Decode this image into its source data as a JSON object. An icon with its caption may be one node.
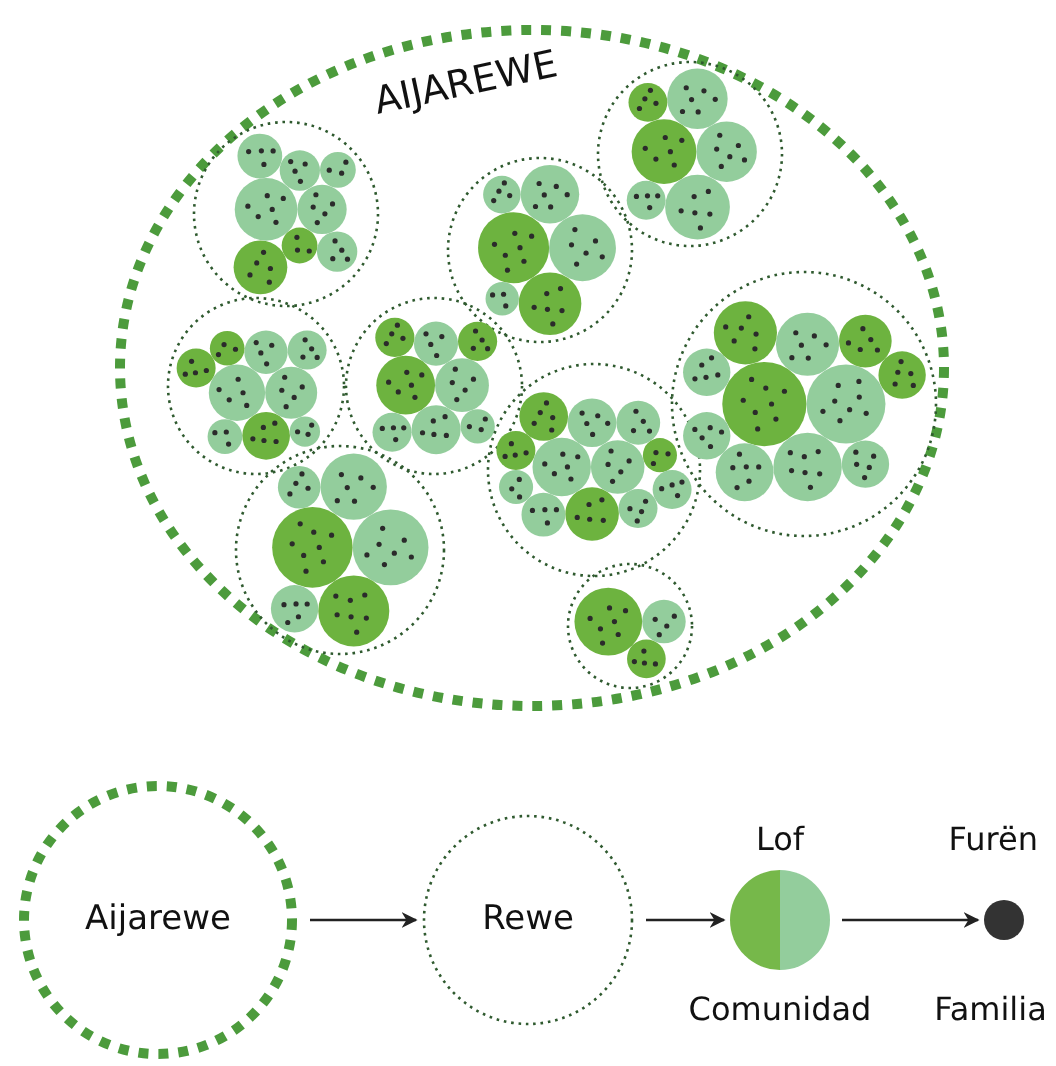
{
  "diagram": {
    "nodes": [
      {
        "text": [
          "AIJAREWE"
        ]
      },
      {
        "text": [],
        "shape": "circle",
        "in": 0
      },
      {
        "text": [],
        "shape": "circle",
        "in": 0
      },
      {
        "text": [],
        "shape": "circle",
        "in": 0
      },
      {
        "text": [],
        "shape": "circle",
        "in": 0
      },
      {
        "text": [],
        "shape": "circle",
        "in": 0
      },
      {
        "text": [],
        "shape": "circle",
        "in": 0
      },
      {
        "text": [],
        "shape": "circle",
        "in": 0
      },
      {
        "text": [],
        "shape": "circle",
        "in": 0
      },
      {
        "text": [],
        "shape": "circle",
        "in": 0
      },
      {
        "text": [
          "Aijarewe"
        ]
      },
      {
        "text": [
          "Rewe"
        ]
      },
      {
        "text": [
          "Lof",
          "Comunidad"
        ]
      },
      {
        "text": [
          "Furën",
          "Familia"
        ]
      }
    ],
    "edges": [
      {
        "from": 10,
        "to": 11,
        "arrow": "to"
      },
      {
        "from": 11,
        "to": 12,
        "arrow": "to"
      },
      {
        "from": 12,
        "to": 13,
        "arrow": "to"
      }
    ]
  }
}
